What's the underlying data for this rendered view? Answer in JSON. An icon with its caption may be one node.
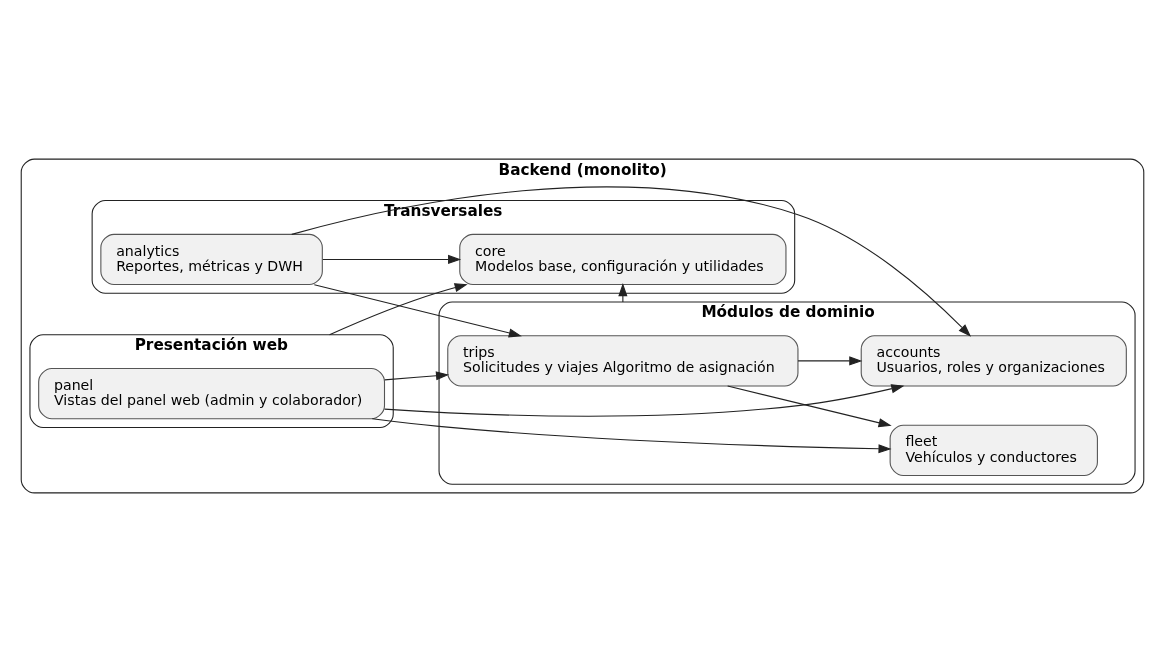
{
  "diagram": {
    "nodes": [
      {
        "text": [
          "Backend (monolito)"
        ]
      },
      {
        "text": [
          "Transversales"
        ],
        "in": 0
      },
      {
        "text": [
          "analytics",
          "Reportes, métricas y DWH"
        ],
        "in": 1
      },
      {
        "text": [
          "core",
          "Modelos base, configuración y utilidades"
        ],
        "in": 1
      },
      {
        "text": [
          "Presentación web"
        ],
        "in": 0
      },
      {
        "text": [
          "panel",
          "Vistas del panel web (admin y colaborador)"
        ],
        "in": 4
      },
      {
        "text": [
          "Módulos de dominio"
        ],
        "in": 0
      },
      {
        "text": [
          "trips",
          "Solicitudes y viajes Algoritmo de asignación"
        ],
        "in": 6
      },
      {
        "text": [
          "accounts",
          "Usuarios, roles y organizaciones"
        ],
        "in": 6
      },
      {
        "text": [
          "fleet",
          "Vehículos y conductores"
        ],
        "in": 6
      }
    ],
    "edges": [
      {
        "from": 2,
        "to": 3,
        "arrow": "to"
      },
      {
        "from": 2,
        "to": 8,
        "arrow": "to"
      },
      {
        "from": 2,
        "to": 7,
        "arrow": "to"
      },
      {
        "from": 4,
        "to": 3,
        "arrow": "to"
      },
      {
        "from": 6,
        "to": 3,
        "arrow": "to"
      },
      {
        "from": 5,
        "to": 7,
        "arrow": "to"
      },
      {
        "from": 7,
        "to": 8,
        "arrow": "to"
      },
      {
        "from": 5,
        "to": 8,
        "arrow": "to"
      },
      {
        "from": 7,
        "to": 9,
        "arrow": "to"
      },
      {
        "from": 5,
        "to": 9,
        "arrow": "to"
      }
    ]
  }
}
